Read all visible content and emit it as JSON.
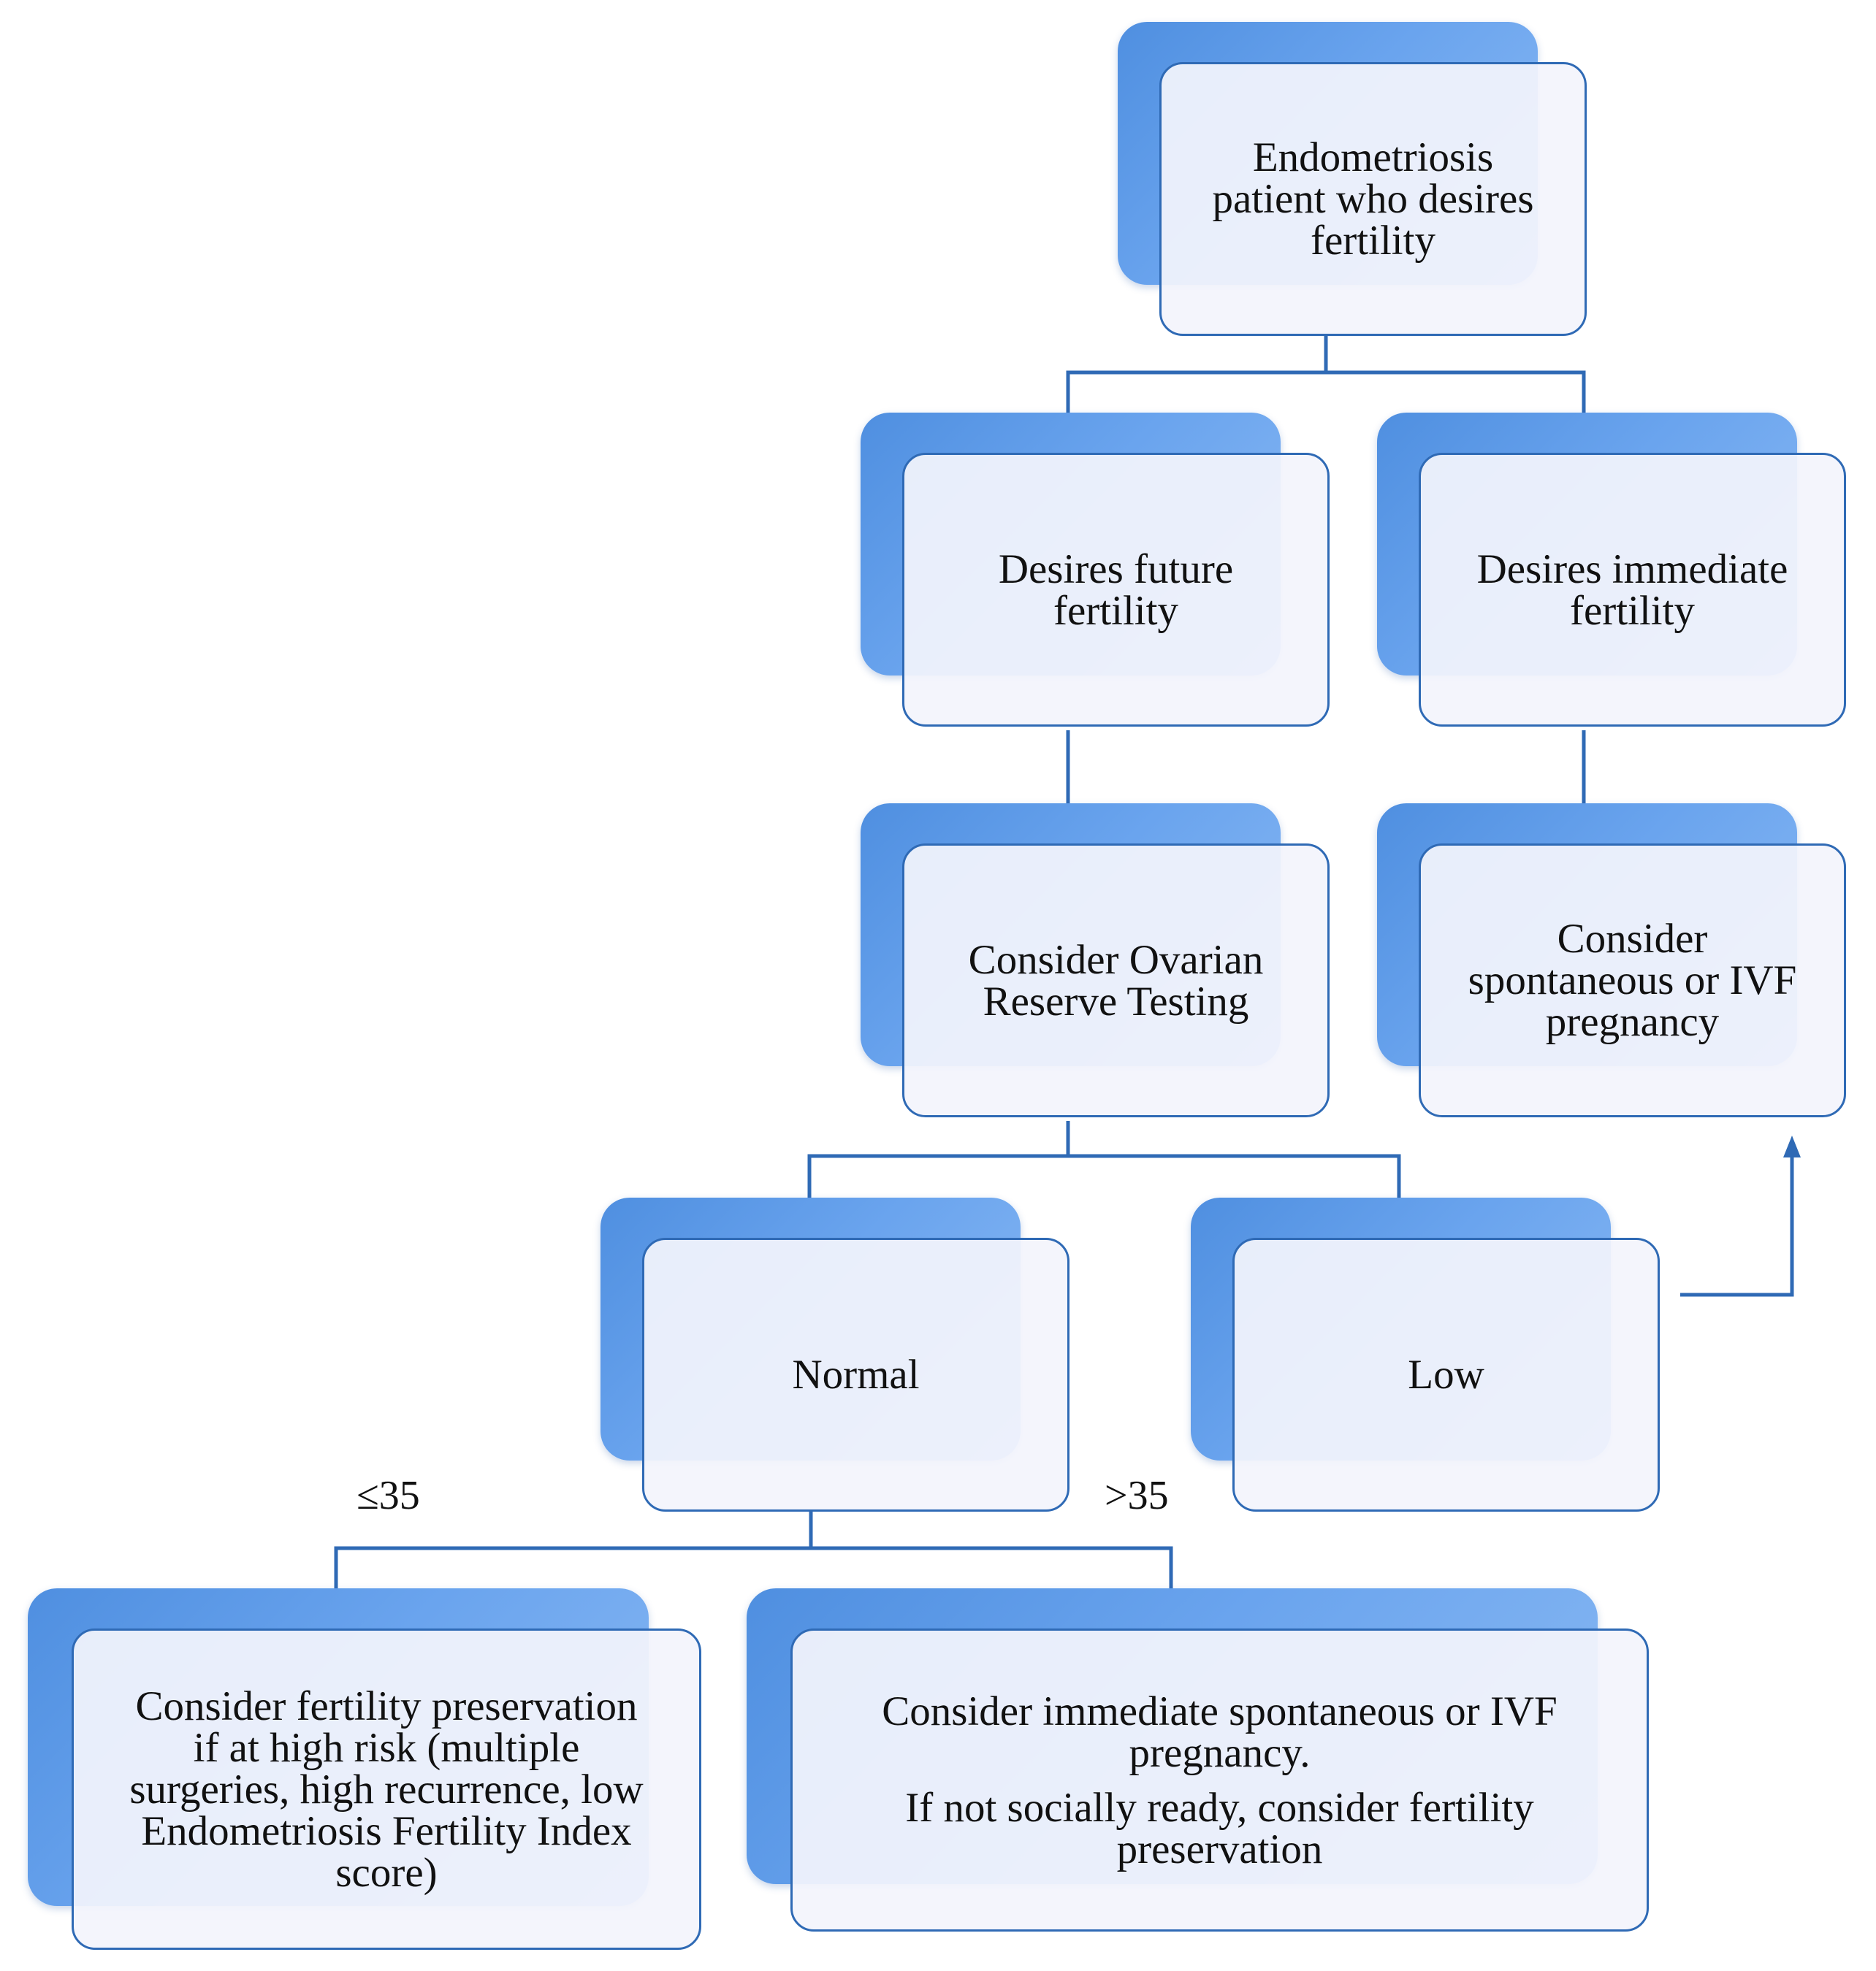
{
  "nodes": {
    "root": {
      "lines": [
        "Endometriosis",
        "patient who desires",
        "fertility"
      ]
    },
    "future": {
      "lines": [
        "Desires future",
        "fertility"
      ]
    },
    "immediate": {
      "lines": [
        "Desires immediate",
        "fertility"
      ]
    },
    "ovarian": {
      "lines": [
        "Consider Ovarian",
        "Reserve Testing"
      ]
    },
    "spontaneous": {
      "lines": [
        "Consider",
        "spontaneous or IVF",
        "pregnancy"
      ]
    },
    "normal": {
      "lines": [
        "Normal"
      ]
    },
    "low": {
      "lines": [
        "Low"
      ]
    },
    "preservation": {
      "lines": [
        "Consider fertility preservation",
        "if at high risk (multiple",
        "surgeries, high recurrence, low",
        "Endometriosis Fertility Index",
        "score)"
      ]
    },
    "immediate_ivf": {
      "para1": [
        "Consider immediate spontaneous or IVF",
        "pregnancy."
      ],
      "para2": [
        "If not socially ready, consider fertility",
        "preservation"
      ]
    }
  },
  "edge_labels": {
    "age_le": "≤35",
    "age_gt": ">35"
  },
  "colors": {
    "connector": "#2f6ab5",
    "shadow": "#5b98e6",
    "card_fill": "#f3f4fc"
  }
}
